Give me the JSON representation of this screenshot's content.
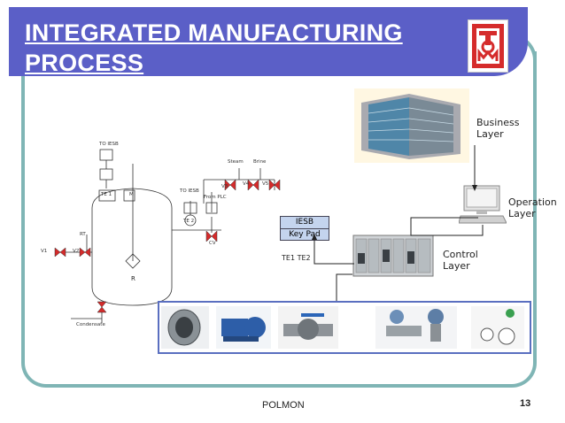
{
  "slide": {
    "title_line1": "INTEGRATED MANUFACTURING",
    "title_line2": "PROCESS",
    "footer_text": "POLMON",
    "page_number": "13",
    "accent_color": "#5b5fc7",
    "frame_color": "#7fb5b5"
  },
  "layers": {
    "business_line1": "Business",
    "business_line2": "Layer",
    "operation_line1": "Operation",
    "operation_line2": "Layer",
    "control_line1": "Control",
    "control_line2": "Layer"
  },
  "iesb_box": {
    "top_label": "IESB",
    "bottom_label": "Key Pad",
    "sensors": "TE1  TE2"
  },
  "process": {
    "to_iesb_1": "TO IESB",
    "to_iesb_2": "TO IESB",
    "from_plc": "From PLC",
    "steam": "Steam",
    "brine": "Brine",
    "rt": "RT",
    "v1": "V1",
    "v2": "V2",
    "v3": "V3",
    "v4": "V4",
    "v5": "V5",
    "te1": "TE 1",
    "te2": "TE 2",
    "m": "M",
    "cv": "CV",
    "reactor": "R",
    "condensate": "Condensate"
  },
  "icons": [
    "logo-icon",
    "office-building-icon",
    "computer-workstation-icon",
    "plc-rack-icon",
    "check-valve-icon",
    "pump-icon",
    "ball-valve-icon",
    "transmitter-icon",
    "pressure-transmitter-icon",
    "gauge-icon"
  ]
}
